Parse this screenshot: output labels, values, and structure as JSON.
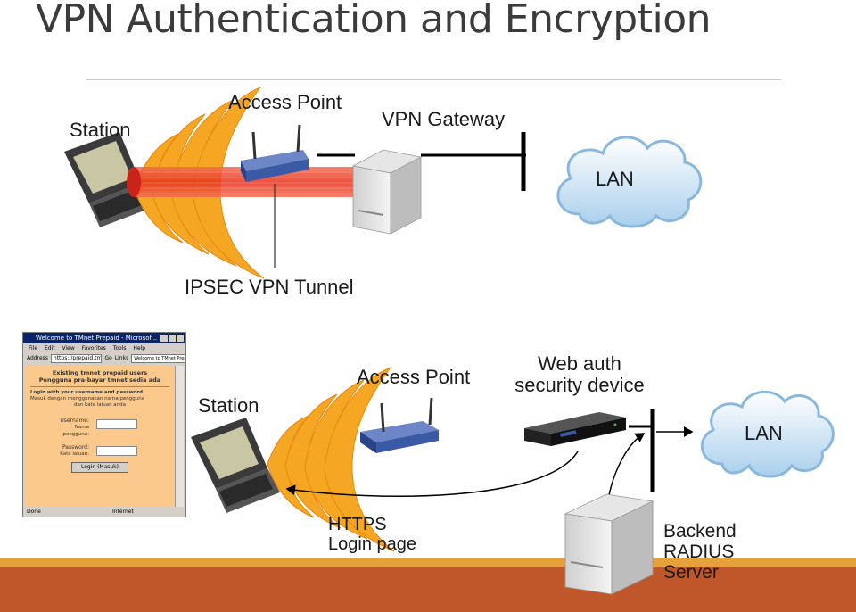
{
  "title": "VPN Authentication and Encryption",
  "top": {
    "station": "Station",
    "access_point": "Access Point",
    "vpn_gateway": "VPN Gateway",
    "lan": "LAN",
    "tunnel": "IPSEC VPN Tunnel"
  },
  "bottom": {
    "station": "Station",
    "access_point": "Access Point",
    "web_auth_line1": "Web auth",
    "web_auth_line2": "security device",
    "lan": "LAN",
    "https_line1": "HTTPS",
    "https_line2": "Login page",
    "radius_line1": "Backend",
    "radius_line2": "RADIUS",
    "radius_line3": "Server"
  },
  "browser": {
    "window_title": "Welcome to TMnet Prepaid - Microsof...",
    "menu": [
      "File",
      "Edit",
      "View",
      "Favorites",
      "Tools",
      "Help"
    ],
    "address_label": "Address",
    "address_value": "https://prepaid.tm",
    "go": "Go",
    "links": "Links",
    "tab_label": "Welcome to TMnet Prepaid",
    "heading_line1": "Existing tmnet prepaid users",
    "heading_line2": "Pengguna pra-bayar tmnet sedia ada",
    "intro_line1": "Login with your username and password",
    "intro_line2": "Masuk dengan menggunakan nama pengguna",
    "intro_line3": "dan kata laluan anda",
    "username_label": "Username:",
    "username_sub1": "Nama",
    "username_sub2": "pengguna:",
    "password_label": "Password:",
    "password_sub": "Kata laluan:",
    "login_button": "Login (Masuk)",
    "status_left": "Done",
    "status_right": "Internet"
  },
  "colors": {
    "wave_orange": "#f5a623",
    "tunnel_red": "#e8331c",
    "cloud_blue": "#cfe6f7",
    "band_orange": "#c0572a"
  }
}
